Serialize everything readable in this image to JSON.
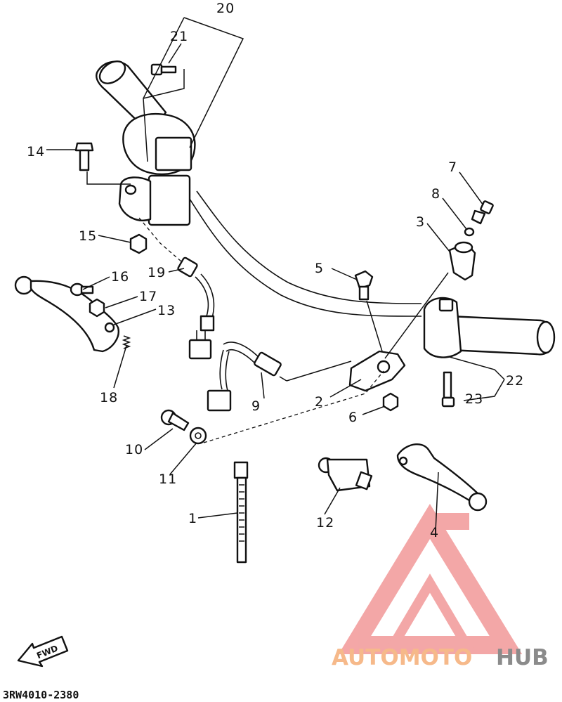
{
  "diagram": {
    "callouts": [
      "1",
      "2",
      "3",
      "4",
      "5",
      "6",
      "7",
      "8",
      "9",
      "10",
      "11",
      "12",
      "13",
      "14",
      "15",
      "16",
      "17",
      "18",
      "19",
      "20",
      "21",
      "22",
      "23"
    ],
    "drawing_code": "3RW4010-2380",
    "fwd_label": "FWD"
  },
  "watermark": {
    "brand_part1": "AUTOMOTO",
    "brand_part2": "HUB",
    "colors": {
      "triangle": "#f08a8a",
      "brand_part1": "#f6b98a",
      "brand_part2": "#8b8b8b"
    }
  }
}
